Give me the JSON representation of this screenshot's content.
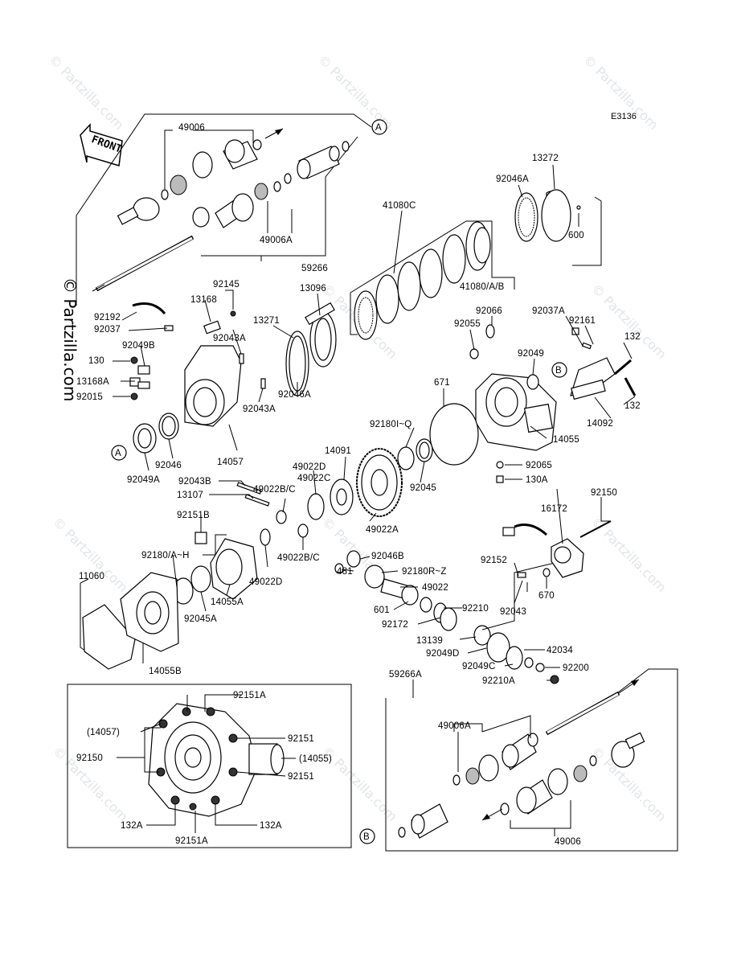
{
  "diagram_code": "E3136",
  "front_label": "FRONT",
  "watermark": "© Partzilla.com",
  "callout_a": "A",
  "callout_b": "B",
  "labels": {
    "p49006_top": "49006",
    "p49006a_top": "49006A",
    "p59266": "59266",
    "p92145": "92145",
    "p13168": "13168",
    "p92192": "92192",
    "p92037": "92037",
    "p92049b": "92049B",
    "p130": "130",
    "p13168a": "13168A",
    "p92015": "92015",
    "p13271": "13271",
    "p92043a_1": "92043A",
    "p92043a_2": "92043A",
    "p13096": "13096",
    "p92046a_mid": "92046A",
    "p41080c": "41080C",
    "p41080ab": "41080/A/B",
    "p92046a_top": "92046A",
    "p13272": "13272",
    "p600": "600",
    "p92066": "92066",
    "p92055": "92055",
    "p92037a": "92037A",
    "p92161": "92161",
    "p132_1": "132",
    "p132_2": "132",
    "p92049": "92049",
    "p14092": "14092",
    "p671": "671",
    "p14055": "14055",
    "p92180iq": "92180I~Q",
    "p92045": "92045",
    "p92065": "92065",
    "p130a": "130A",
    "p14091": "14091",
    "p49022d_1": "49022D",
    "p92043b": "92043B",
    "p49022bc_1": "49022B/C",
    "p13107": "13107",
    "p49022c": "49022C",
    "p49022a": "49022A",
    "p14057": "14057",
    "p92046": "92046",
    "p92049a": "92049A",
    "p92151b": "92151B",
    "p92180ah": "92180/A~H",
    "p49022bc_2": "49022B/C",
    "p49022d_2": "49022D",
    "p14055a": "14055A",
    "p92045a": "92045A",
    "p11060": "11060",
    "p14055b": "14055B",
    "p92046b": "92046B",
    "p481": "481",
    "p92180rz": "92180R~Z",
    "p49022": "49022",
    "p601": "601",
    "p92210": "92210",
    "p92172": "92172",
    "p92150_top": "92150",
    "p16172": "16172",
    "p92152": "92152",
    "p670": "670",
    "p92043": "92043",
    "p13139": "13139",
    "p42034": "42034",
    "p92049d": "92049D",
    "p92049c": "92049C",
    "p92200": "92200",
    "p92210a": "92210A",
    "p59266a": "59266A",
    "p49006a_bot": "49006A",
    "p49006_bot": "49006",
    "p92151a_top": "92151A",
    "p14057_ref": "(14057)",
    "p92151_1": "92151",
    "p92150_box": "92150",
    "p14055_ref": "(14055)",
    "p92151_2": "92151",
    "p132a_1": "132A",
    "p132a_2": "132A",
    "p92151a_bot": "92151A"
  }
}
